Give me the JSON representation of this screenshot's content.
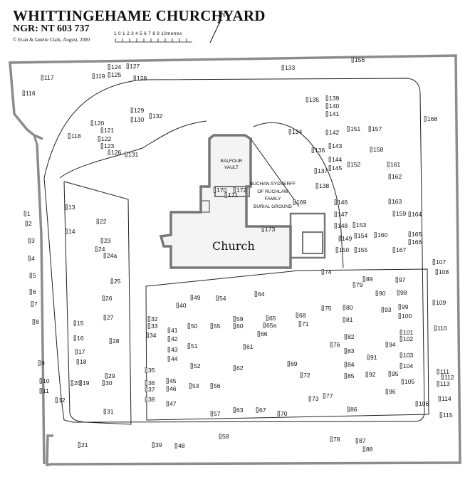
{
  "title": "WHITTINGEHAME CHURCHYARD",
  "grid_ref": "NGR: NT 603 737",
  "credit": "© Evan & Janette Clark, August, 2000",
  "scale": {
    "ticks": [
      "1",
      "0",
      "1",
      "2",
      "3",
      "4",
      "5",
      "6",
      "7",
      "8",
      "9",
      "10metres"
    ]
  },
  "north_label": "N",
  "buildings": {
    "church": "Church",
    "balfour_vault": [
      "BALFOUR",
      "VAULT"
    ],
    "buchan_plot": [
      "BUCHAN-SYDSERFF",
      "OF RUCHLAW",
      "FAMILY",
      "BURIAL GROUND"
    ]
  },
  "plot_labels": [
    "1",
    "2",
    "3",
    "4",
    "5",
    "6",
    "7",
    "8",
    "9",
    "10",
    "11",
    "12",
    "13",
    "14",
    "15",
    "16",
    "17",
    "18",
    "19",
    "20",
    "21",
    "22",
    "23",
    "24",
    "24a",
    "25",
    "26",
    "27",
    "28",
    "29",
    "30",
    "31",
    "32",
    "33",
    "34",
    "35",
    "36",
    "37",
    "38",
    "39",
    "40",
    "41",
    "42",
    "43",
    "44",
    "45",
    "46",
    "47",
    "48",
    "49",
    "50",
    "51",
    "52",
    "53",
    "54",
    "55",
    "56",
    "57",
    "58",
    "59",
    "60",
    "61",
    "62",
    "63",
    "64",
    "65",
    "65a",
    "66",
    "67",
    "68",
    "69",
    "70",
    "71",
    "72",
    "73",
    "74",
    "75",
    "76",
    "77",
    "78",
    "79",
    "80",
    "81",
    "82",
    "83",
    "84",
    "85",
    "86",
    "87",
    "88",
    "89",
    "90",
    "91",
    "92",
    "93",
    "94",
    "95",
    "96",
    "97",
    "98",
    "99",
    "100",
    "101",
    "102",
    "103",
    "104",
    "105",
    "106",
    "107",
    "108",
    "109",
    "110",
    "111",
    "112",
    "113",
    "114",
    "115",
    "116",
    "117",
    "118",
    "119",
    "120",
    "121",
    "122",
    "123",
    "124",
    "125",
    "126",
    "127",
    "128",
    "129",
    "130",
    "131",
    "132",
    "133",
    "134",
    "135",
    "136",
    "137",
    "138",
    "139",
    "140",
    "141",
    "142",
    "143",
    "144",
    "145",
    "146",
    "147",
    "148",
    "149",
    "150",
    "151",
    "152",
    "153",
    "154",
    "155",
    "156",
    "157",
    "158",
    "159",
    "160",
    "161",
    "162",
    "163",
    "164",
    "165",
    "166",
    "167",
    "168",
    "169",
    "170",
    "171",
    "172",
    "173"
  ],
  "colors": {
    "wall": "#8a8a8a",
    "path": "#333333",
    "stone_fill": "#d8d8d8"
  }
}
